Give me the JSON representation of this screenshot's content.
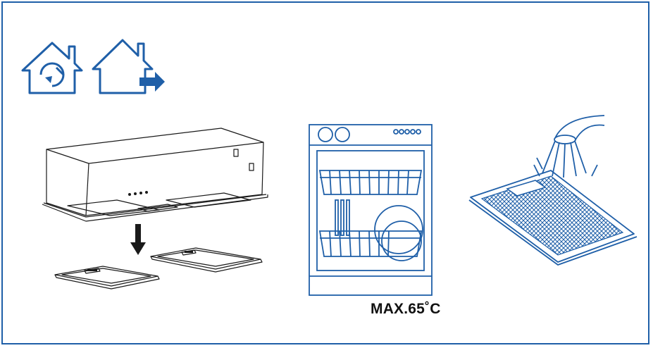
{
  "caption": {
    "max_temp": "MAX.65˚C"
  },
  "icons": {
    "recirculation": "house-recirculation-icon",
    "extraction": "house-extraction-icon",
    "hood": "cooker-hood-illustration",
    "arrow": "down-arrow-icon",
    "filters": "grease-filters-illustration",
    "dishwasher": "dishwasher-illustration",
    "rinse": "filter-rinse-illustration"
  },
  "colors": {
    "accent": "#1f5fa8",
    "line": "#1a1a1a"
  }
}
